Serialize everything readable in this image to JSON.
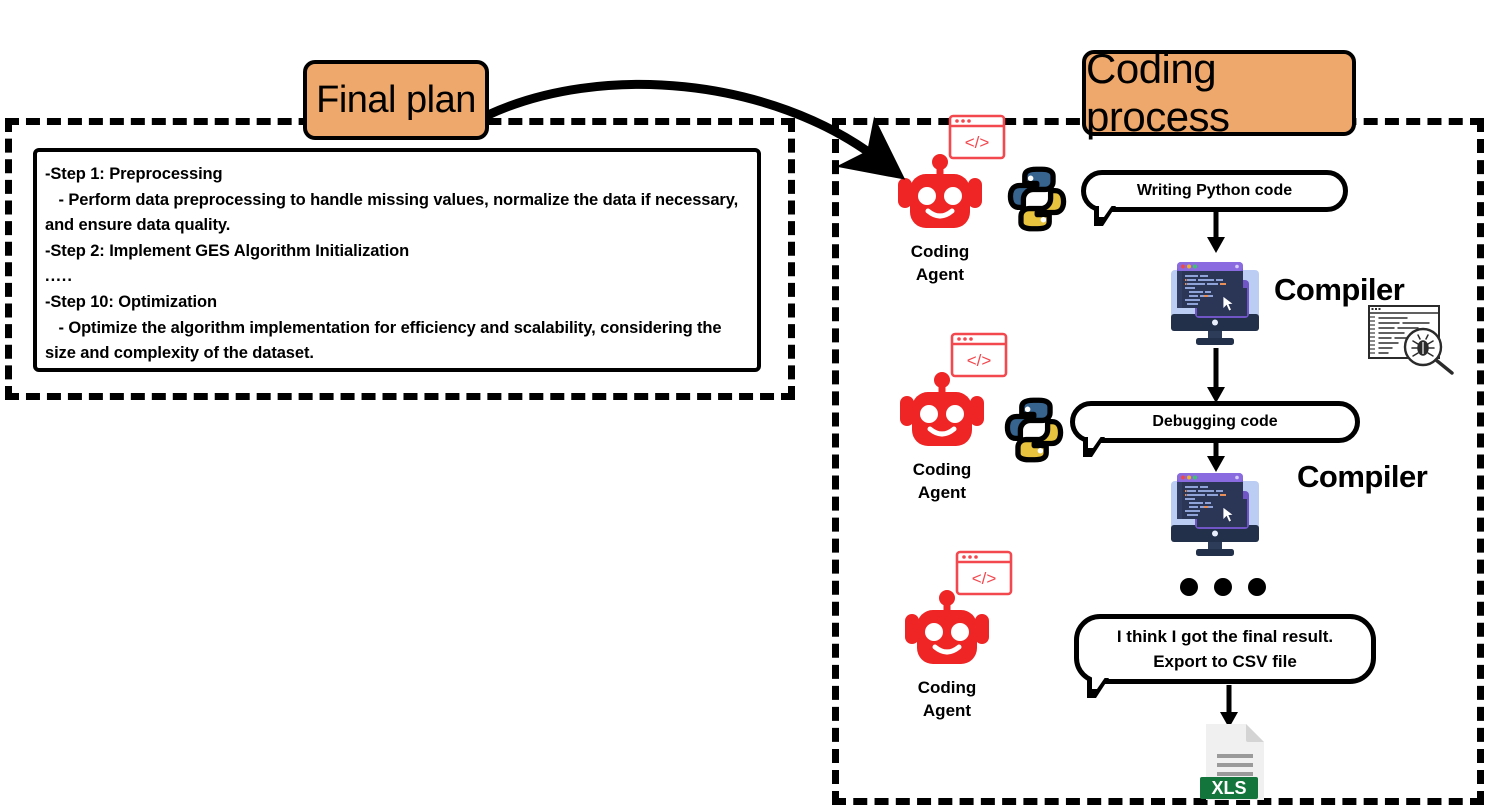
{
  "diagram": {
    "title": "Coding agent workflow diagram",
    "colors": {
      "header_fill": "#efa86b",
      "robot_red": "#ef2424",
      "python_blue": "#36648f",
      "python_yellow": "#e7c33e",
      "xls_green": "#14753c",
      "monitor_purple": "#7b5bd6",
      "monitor_screen": "#2b3556",
      "stroke": "#000000"
    }
  },
  "left_panel": {
    "header_label": "Final plan",
    "plan_lines": [
      "-Step 1: Preprocessing",
      "   - Perform data preprocessing to handle missing values, normalize the data if necessary, and ensure data quality.",
      "-Step 2: Implement GES Algorithm Initialization",
      ".....",
      "-Step 10: Optimization",
      "   - Optimize the algorithm implementation for efficiency and scalability, considering the size and complexity of the dataset."
    ]
  },
  "right_panel": {
    "header_label": "Coding process",
    "agents": [
      {
        "label_line1": "Coding",
        "label_line2": "Agent",
        "badge": "code-window-icon"
      },
      {
        "label_line1": "Coding",
        "label_line2": "Agent",
        "badge": "code-window-icon"
      },
      {
        "label_line1": "Coding",
        "label_line2": "Agent",
        "badge": "code-window-icon"
      }
    ],
    "bubbles": [
      {
        "text": "Writing Python code"
      },
      {
        "text": "Debugging code"
      },
      {
        "line1": "I think I got the final result.",
        "line2": "Export to CSV file"
      }
    ],
    "compiler_labels": [
      "Compiler",
      "Compiler"
    ],
    "ellipsis_dots": 3,
    "output_file_label": "XLS",
    "code_badge_glyph": "</>"
  }
}
